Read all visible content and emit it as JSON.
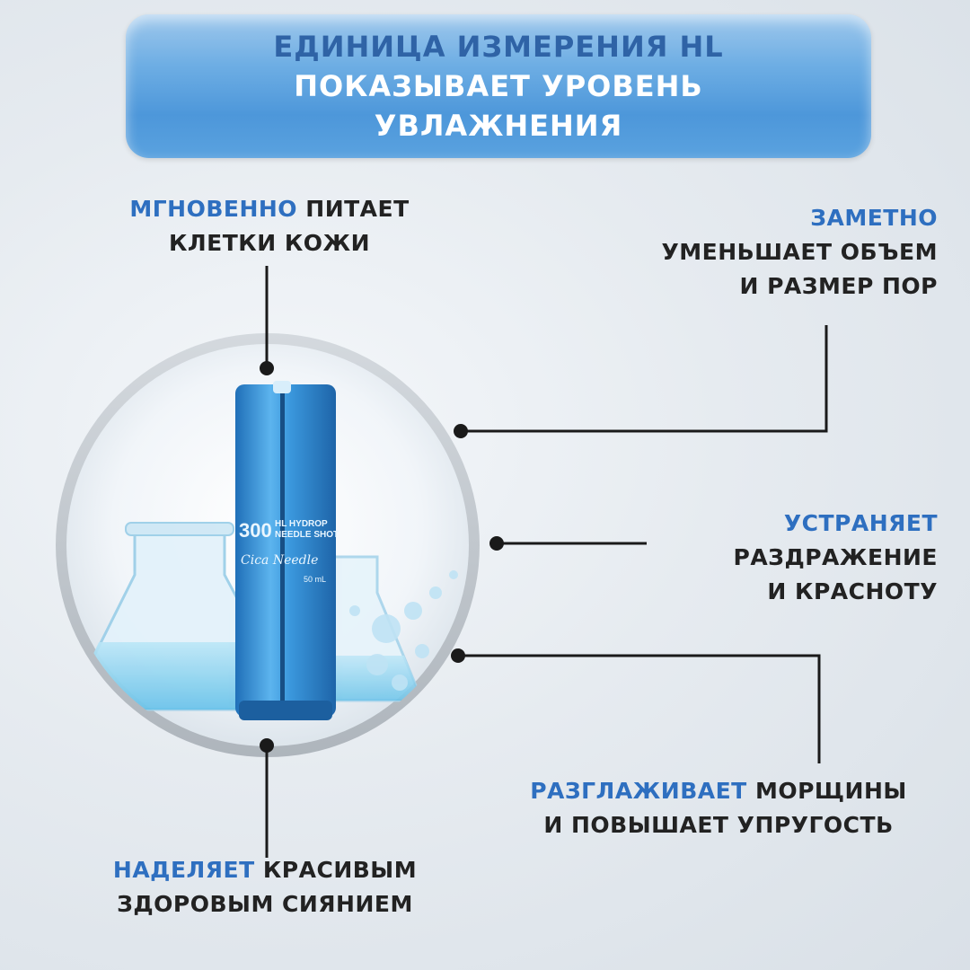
{
  "banner": {
    "line1": "ЕДИНИЦА ИЗМЕРЕНИЯ HL",
    "line2": "ПОКАЗЫВАЕТ УРОВЕНЬ",
    "line3": "УВЛАЖНЕНИЯ"
  },
  "benefits": {
    "nourish": {
      "highlight": "МГНОВЕННО",
      "rest1": " ПИТАЕТ",
      "line2": "КЛЕТКИ КОЖИ"
    },
    "pores": {
      "highlight": "ЗАМЕТНО",
      "line2": "УМЕНЬШАЕТ ОБЪЕМ",
      "line3": "И РАЗМЕР ПОР"
    },
    "irritation": {
      "highlight": "УСТРАНЯЕТ",
      "line2": "РАЗДРАЖЕНИЕ",
      "line3": "И КРАСНОТУ"
    },
    "wrinkles": {
      "highlight": "РАЗГЛАЖИВАЕТ",
      "rest1": " МОРЩИНЫ",
      "line2": "И ПОВЫШАЕТ УПРУГОСТЬ"
    },
    "glow": {
      "highlight": "НАДЕЛЯЕТ",
      "rest1": " КРАСИВЫМ",
      "line2": "ЗДОРОВЫМ СИЯНИЕМ"
    }
  },
  "product": {
    "number": "300",
    "name_line1": "HL HYDROP",
    "name_line2": "NEEDLE SHOT",
    "script_name": "Cica Needle",
    "volume": "50 mL"
  },
  "colors": {
    "accent_blue": "#2e6fc0",
    "banner_top": "#9fc8ec",
    "banner_bottom": "#4d97da",
    "tube_blue": "#3f9ee0"
  }
}
